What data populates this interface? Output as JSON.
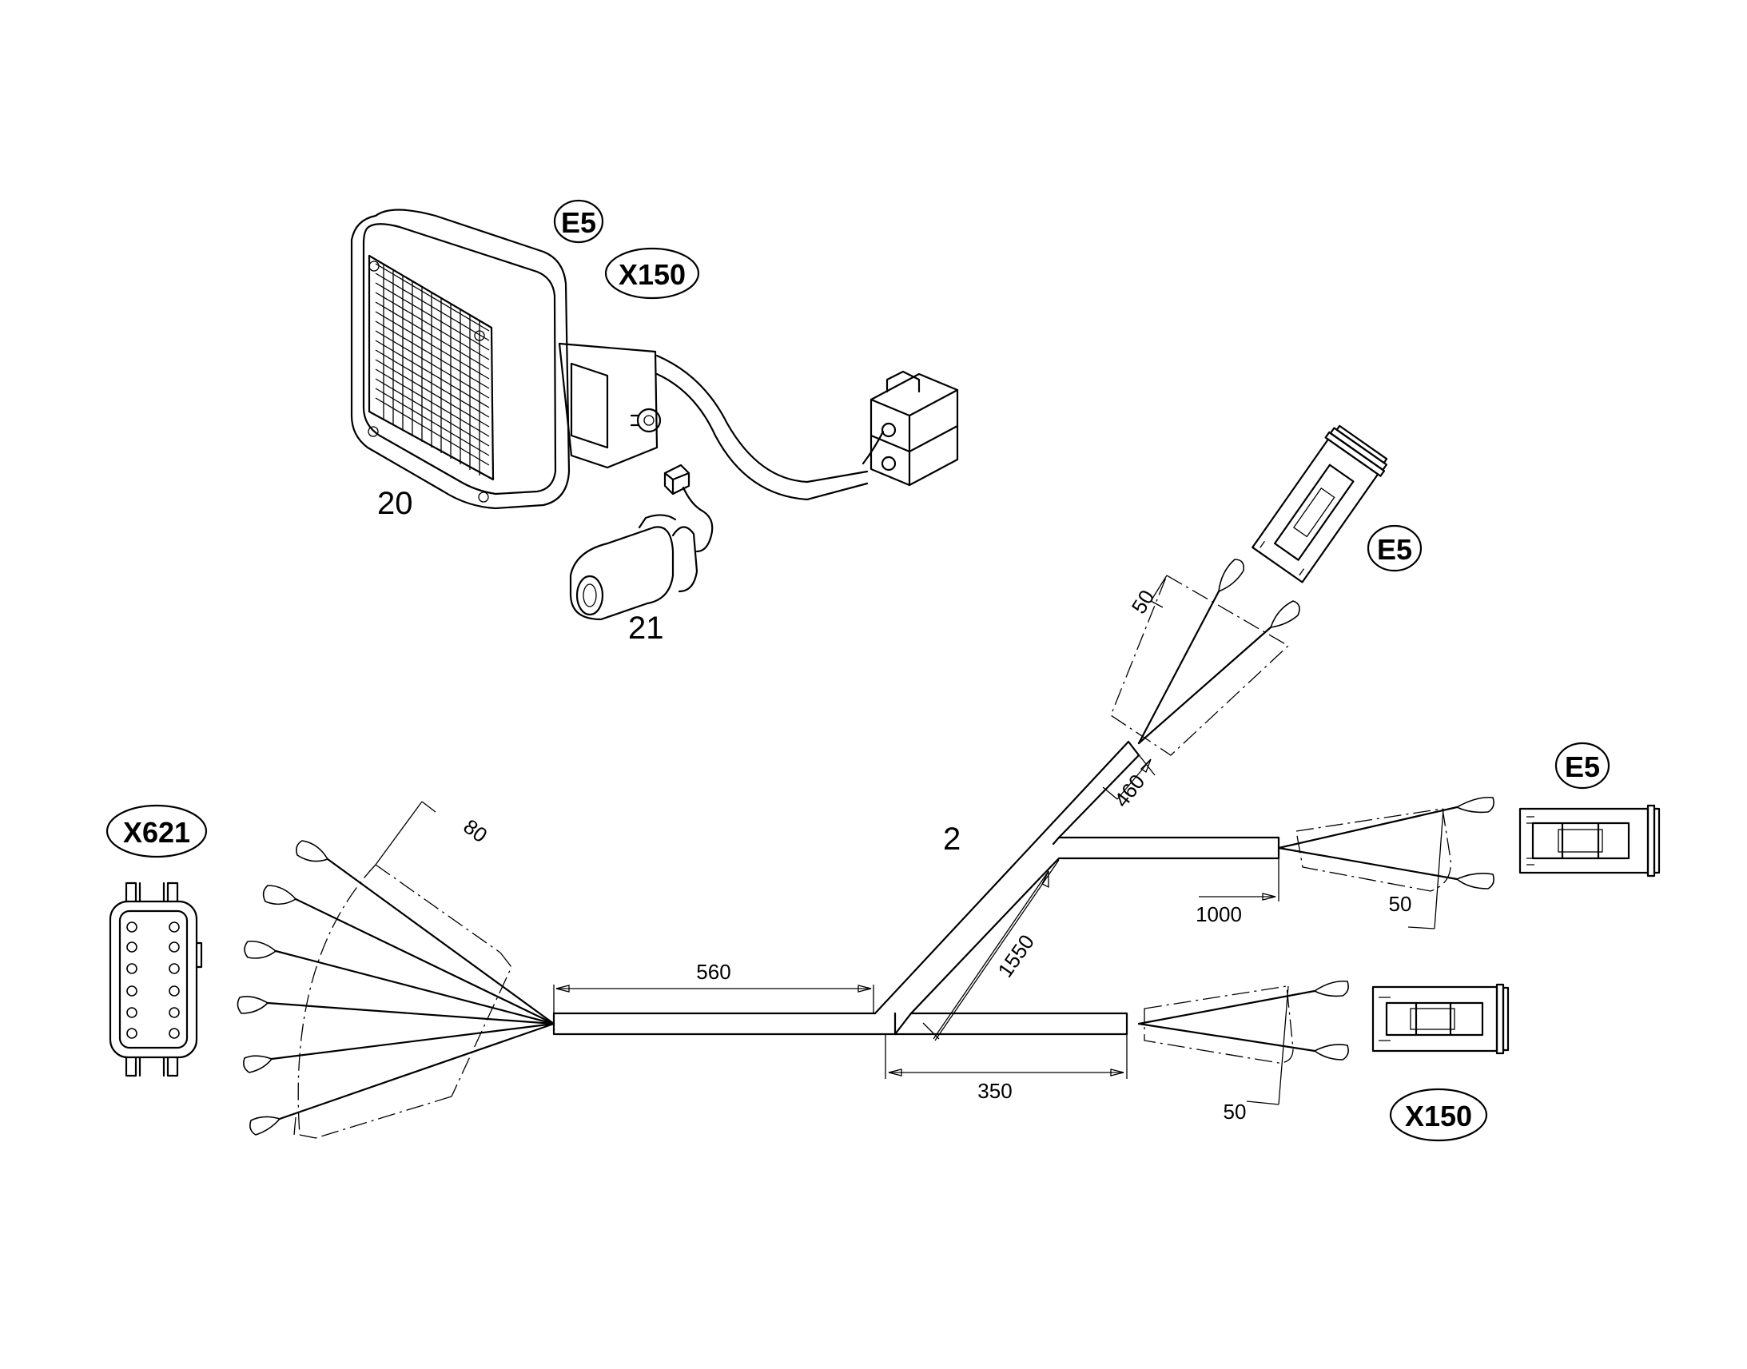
{
  "callouts": {
    "lamp": "20",
    "bulb": "21",
    "harness": "2"
  },
  "connector_tags": {
    "lamp_e5": "E5",
    "lamp_x150": "X150",
    "upper_e5": "E5",
    "mid_e5": "E5",
    "lower_x150": "X150",
    "left_x621": "X621"
  },
  "dimensions": {
    "left_trunk": "560",
    "fan_left": "80",
    "diagonal": "1550",
    "lower_trunk": "350",
    "mid_branch": "1000",
    "upper_branch": "460",
    "upper_fan": "50",
    "mid_fan": "50",
    "lower_fan": "50"
  }
}
